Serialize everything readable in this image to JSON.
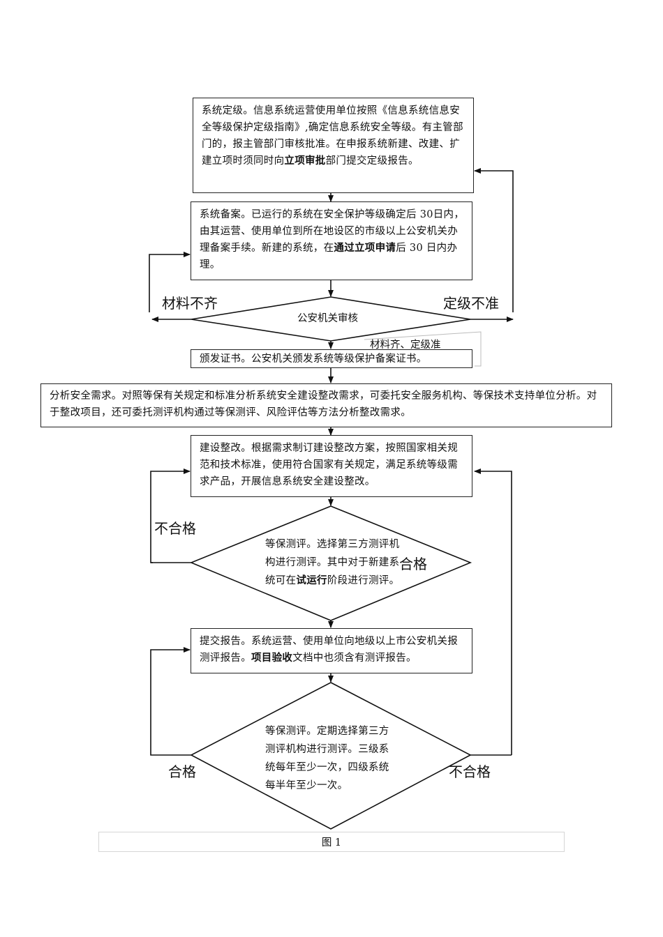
{
  "flow": {
    "step1": {
      "prefix": "系统定级。信息系统运营使用单位按照《信息系统信息安全等级保护定级指南》,确定信息系统安全等级。有主管部门的，报主管部门审核批准。在申报系统新建、改建、扩建立项时须同时向",
      "bold": "立项审批",
      "suffix": "部门提交定级报告。"
    },
    "step2": {
      "prefix": "系统备案。已运行的系统在安全保护等级确定后 30日内，由其运营、使用单位到所在地设区的市级以上公安机关办理备案手续。新建的系统，在",
      "bold": "通过立项申请",
      "suffix": "后 30 日内办理。"
    },
    "decision1": {
      "text": "公安机关审核",
      "left_label": "材料不齐",
      "right_label": "定级不准",
      "down_label": "材料齐、定级准"
    },
    "step3": {
      "text": "颁发证书。公安机关颁发系统等级保护备案证书。"
    },
    "step4": {
      "text": "分析安全需求。对照等保有关规定和标准分析系统安全建设整改需求，可委托安全服务机构、等保技术支持单位分析。对于整改项目，还可委托测评机构通过等保测评、风险评估等方法分析整改需求。"
    },
    "step5": {
      "text": "建设整改。根据需求制订建设整改方案，按照国家相关规范和技术标准，使用符合国家有关规定，满足系统等级需求产品，开展信息系统安全建设整改。"
    },
    "decision2": {
      "prefix": "等保测评。选择第三方测评机构进行测评。其中对于新建系统可在",
      "bold": "试运行",
      "suffix": "阶段进行测评。",
      "left_label": "不合格",
      "down_label": "合格"
    },
    "step6": {
      "prefix": "提交报告。系统运营、使用单位向地级以上市公安机关报测评报告。",
      "bold": "项目验收",
      "suffix": "文档中也须含有测评报告。"
    },
    "decision3": {
      "text": "等保测评。定期选择第三方测评机构进行测评。三级系统每年至少一次，四级系统每半年至少一次。",
      "left_label": "合格",
      "right_label": "不合格"
    }
  },
  "caption": "图 1"
}
